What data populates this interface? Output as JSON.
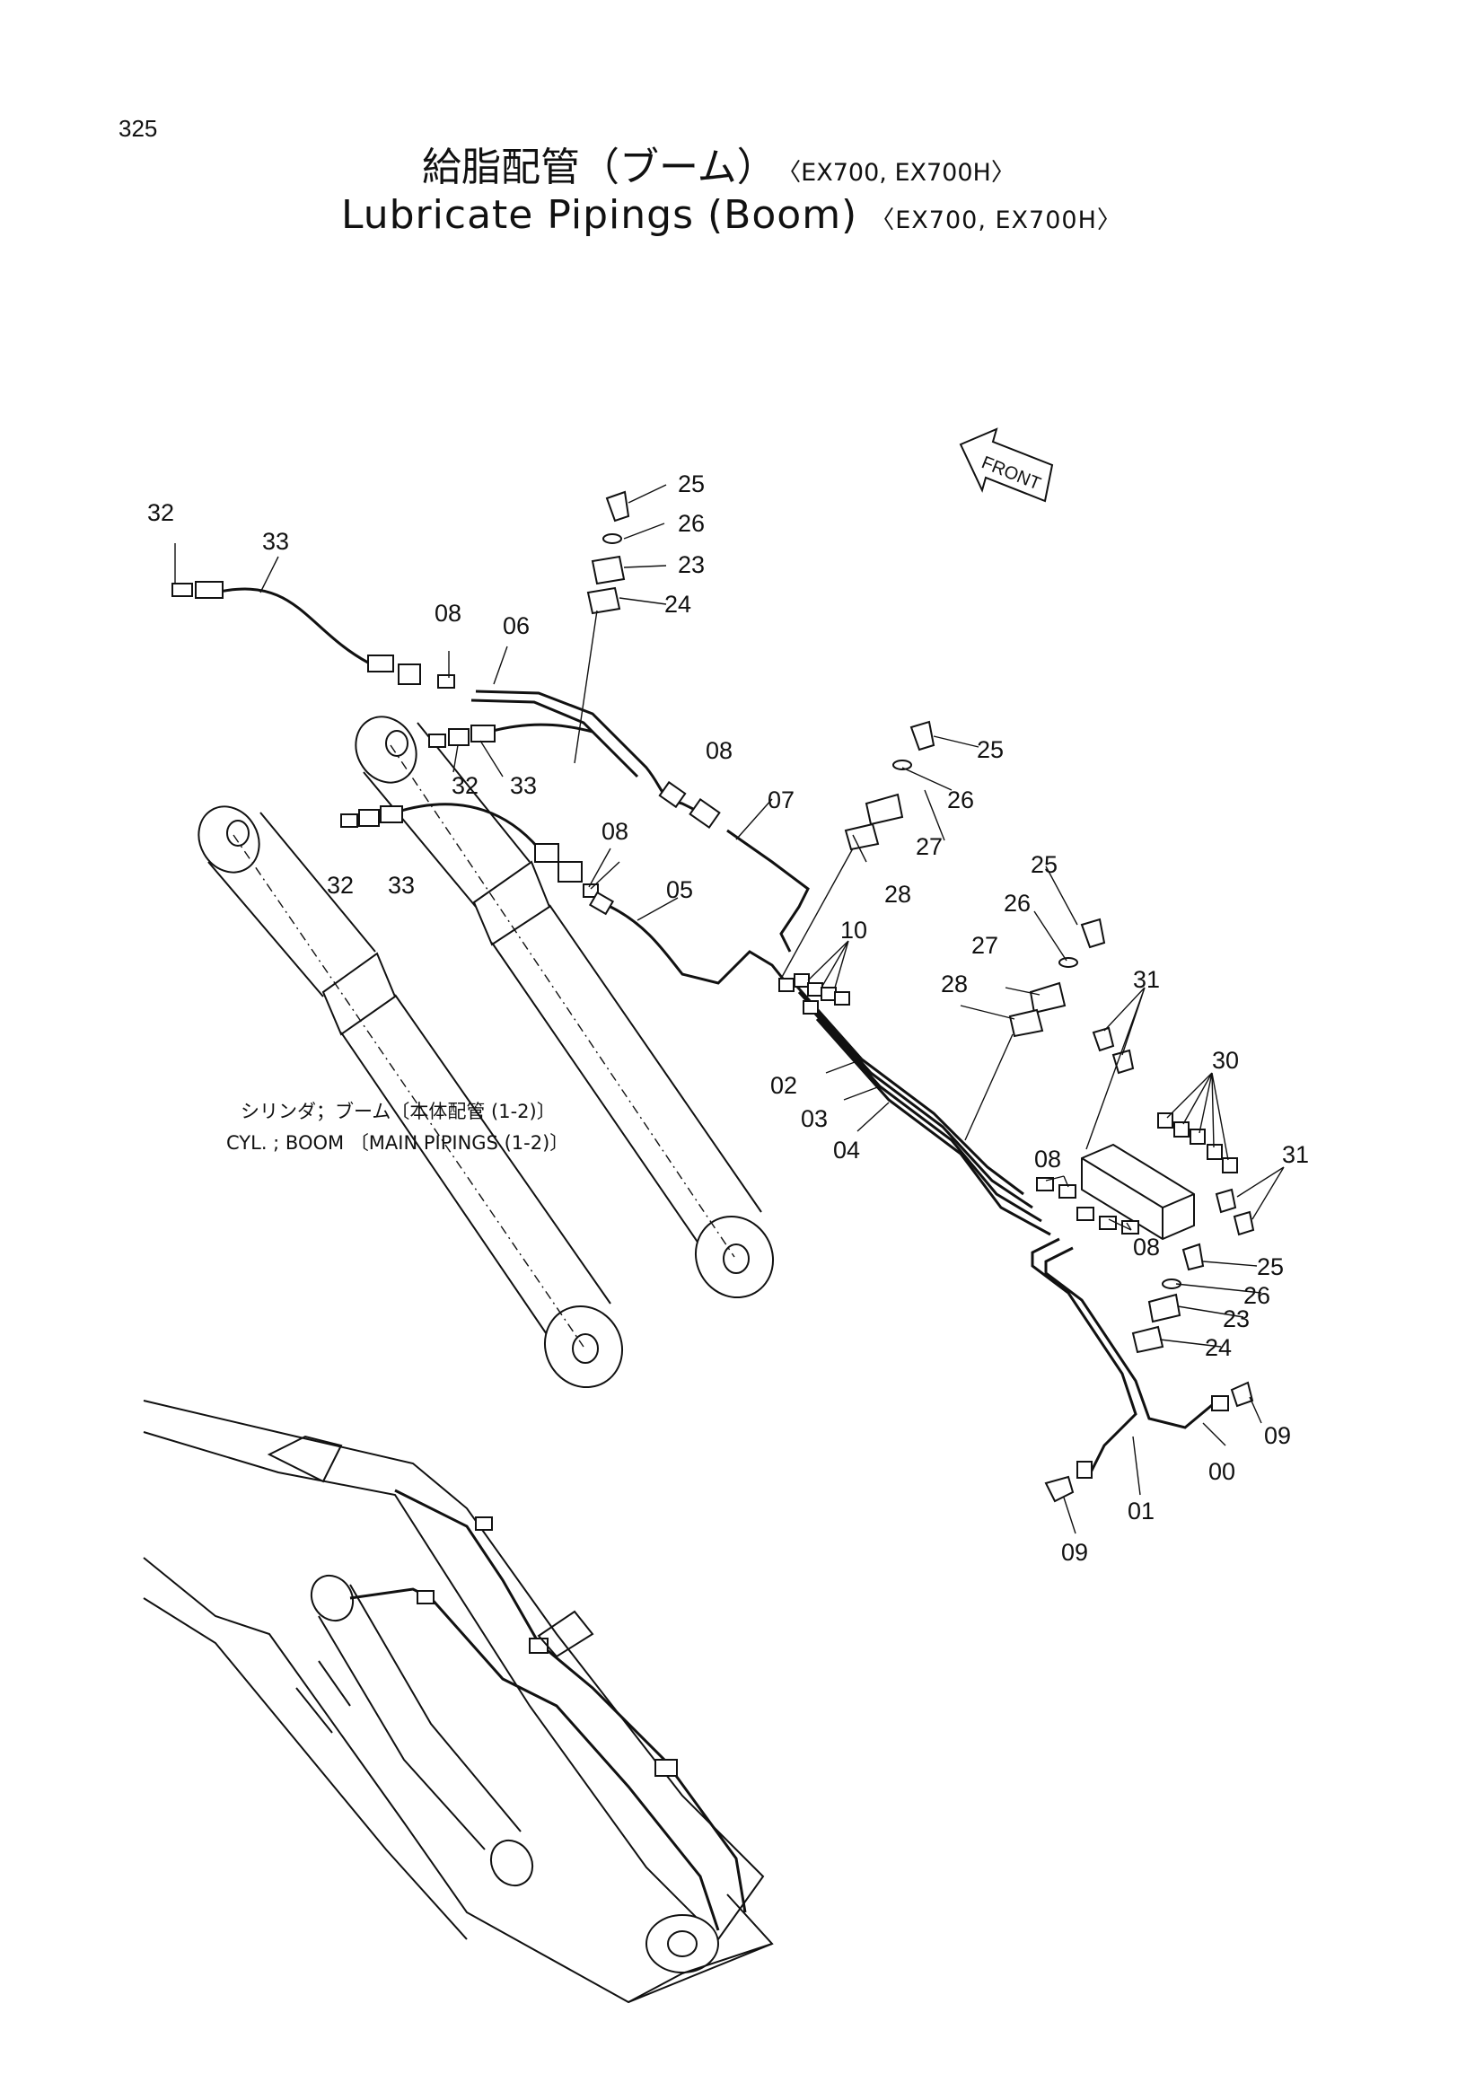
{
  "page_number": "325",
  "title_jp": "給脂配管（ブーム）",
  "title_jp_suffix": "〈EX700, EX700H〉",
  "title_en": "Lubricate Pipings (Boom)",
  "title_en_suffix": "〈EX700, EX700H〉",
  "front_label": "FRONT",
  "note_jp": "シリンダ；ブーム〔本体配管 (1-2)〕",
  "note_en": "CYL. ; BOOM 〔MAIN PIPINGS (1-2)〕",
  "callouts": {
    "c32a": "32",
    "c33a": "33",
    "c25a": "25",
    "c26a": "26",
    "c23a": "23",
    "c24a": "24",
    "c08a": "08",
    "c06": "06",
    "c32b": "32",
    "c33b": "33",
    "c08b": "08",
    "c25b": "25",
    "c26b": "26",
    "c07": "07",
    "c27a": "27",
    "c28a": "28",
    "c08c": "08",
    "c32c": "32",
    "c33c": "33",
    "c05": "05",
    "c10": "10",
    "c25c": "25",
    "c26c": "26",
    "c27b": "27",
    "c28b": "28",
    "c31a": "31",
    "c30": "30",
    "c02": "02",
    "c03": "03",
    "c04": "04",
    "c08d": "08",
    "c31b": "31",
    "c08e": "08",
    "c25d": "25",
    "c26d": "26",
    "c23b": "23",
    "c24b": "24",
    "c09a": "09",
    "c00": "00",
    "c01": "01",
    "c09b": "09"
  }
}
